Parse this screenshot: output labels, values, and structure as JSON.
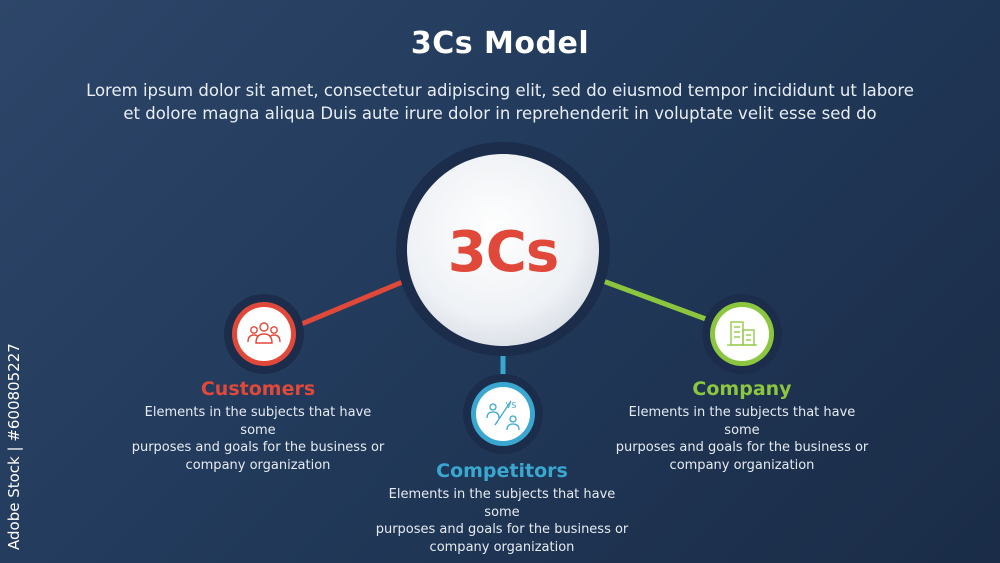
{
  "header": {
    "title": "3Cs Model",
    "subtitle_line1": "Lorem ipsum dolor sit amet, consectetur adipiscing elit, sed do eiusmod tempor incididunt ut labore",
    "subtitle_line2": "et dolore magna aliqua Duis aute irure dolor in reprehenderit in voluptate velit esse sed do"
  },
  "hub": {
    "label": "3Cs"
  },
  "nodes": [
    {
      "title": "Customers",
      "color": "#e0483a",
      "icon": "people-group-icon",
      "desc": [
        "Elements in the subjects that have some",
        "purposes and goals for the business or",
        "company organization"
      ]
    },
    {
      "title": "Competitors",
      "color": "#3aa7d1",
      "icon": "versus-icon",
      "icon_text": "VS",
      "desc": [
        "Elements in the subjects that have some",
        "purposes and goals for the business or",
        "company organization"
      ]
    },
    {
      "title": "Company",
      "color": "#8cc63f",
      "icon": "building-icon",
      "desc": [
        "Elements in the subjects that have some",
        "purposes and goals for the business or",
        "company organization"
      ]
    }
  ],
  "watermark": {
    "text": "Adobe Stock | #600805227"
  }
}
